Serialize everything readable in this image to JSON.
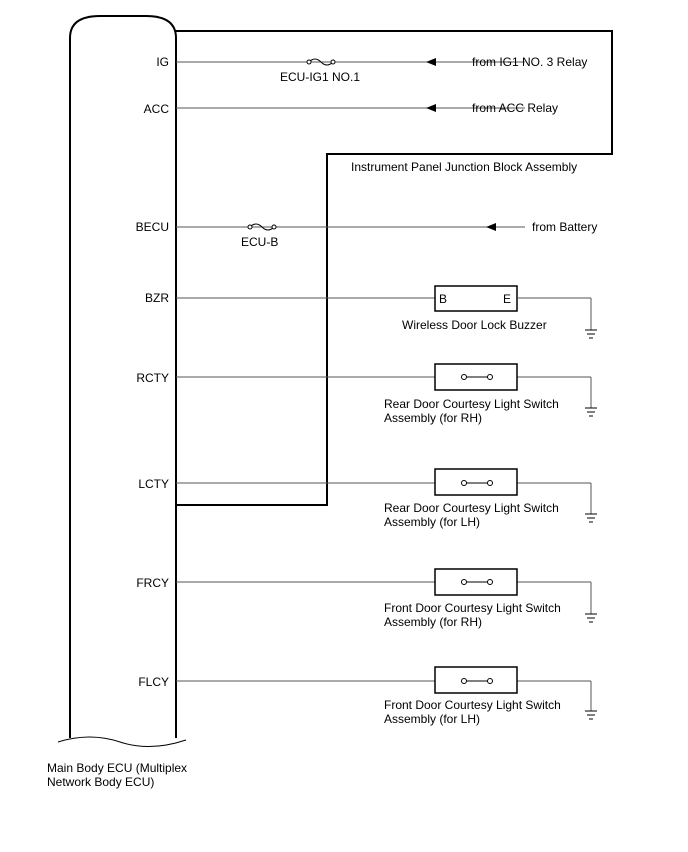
{
  "ecu": {
    "name_line1": "Main Body ECU (Multiplex",
    "name_line2": "Network Body ECU)"
  },
  "junction_block": {
    "label": "Instrument Panel Junction Block Assembly"
  },
  "pins": {
    "ig": "IG",
    "acc": "ACC",
    "becu": "BECU",
    "bzr": "BZR",
    "rcty": "RCTY",
    "lcty": "LCTY",
    "frcy": "FRCY",
    "flcy": "FLCY"
  },
  "fuses": {
    "ecu_ig1": "ECU-IG1 NO.1",
    "ecu_b": "ECU-B"
  },
  "sources": {
    "ig1_relay": "from IG1 NO. 3 Relay",
    "acc_relay": "from ACC Relay",
    "battery": "from Battery"
  },
  "buzzer": {
    "label": "Wireless Door Lock Buzzer",
    "term_b": "B",
    "term_e": "E"
  },
  "switches": {
    "rear_rh": {
      "line1": "Rear Door Courtesy Light Switch",
      "line2": "Assembly (for RH)"
    },
    "rear_lh": {
      "line1": "Rear Door Courtesy Light Switch",
      "line2": "Assembly (for LH)"
    },
    "front_rh": {
      "line1": "Front Door Courtesy Light Switch",
      "line2": "Assembly (for RH)"
    },
    "front_lh": {
      "line1": "Front Door Courtesy Light Switch",
      "line2": "Assembly (for LH)"
    }
  }
}
